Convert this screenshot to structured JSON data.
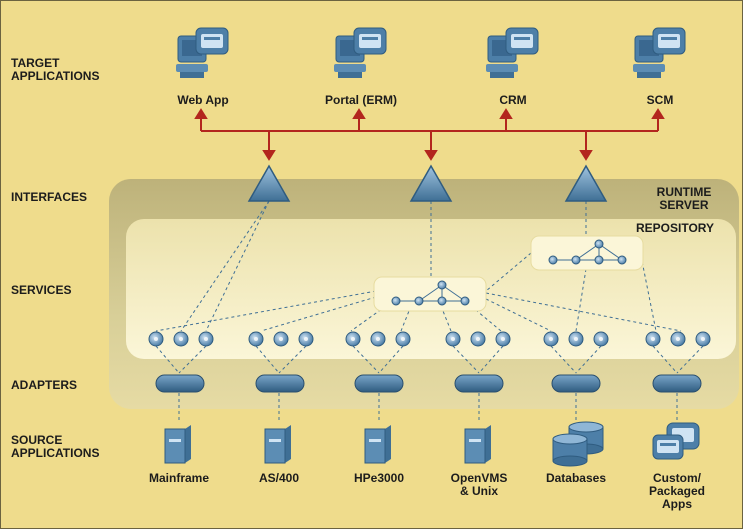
{
  "row_labels": {
    "target": "TARGET\nAPPLICATIONS",
    "interfaces": "INTERFACES",
    "services": "SERVICES",
    "adapters": "ADAPTERS",
    "source": "SOURCE\nAPPLICATIONS"
  },
  "region_labels": {
    "runtime_server": "RUNTIME\nSERVER",
    "repository": "REPOSITORY"
  },
  "target_apps": [
    "Web App",
    "Portal (ERM)",
    "CRM",
    "SCM"
  ],
  "source_apps": [
    "Mainframe",
    "AS/400",
    "HPe3000",
    "OpenVMS\n& Unix",
    "Databases",
    "Custom/\nPackaged\nApps"
  ],
  "colors": {
    "background": "#efdc8c",
    "runtime_band": "#cfc486",
    "repository_band": "#f3eab6",
    "arrows": "#b3261e",
    "node": "#4d7fa8",
    "connector": "#3f6f95"
  }
}
